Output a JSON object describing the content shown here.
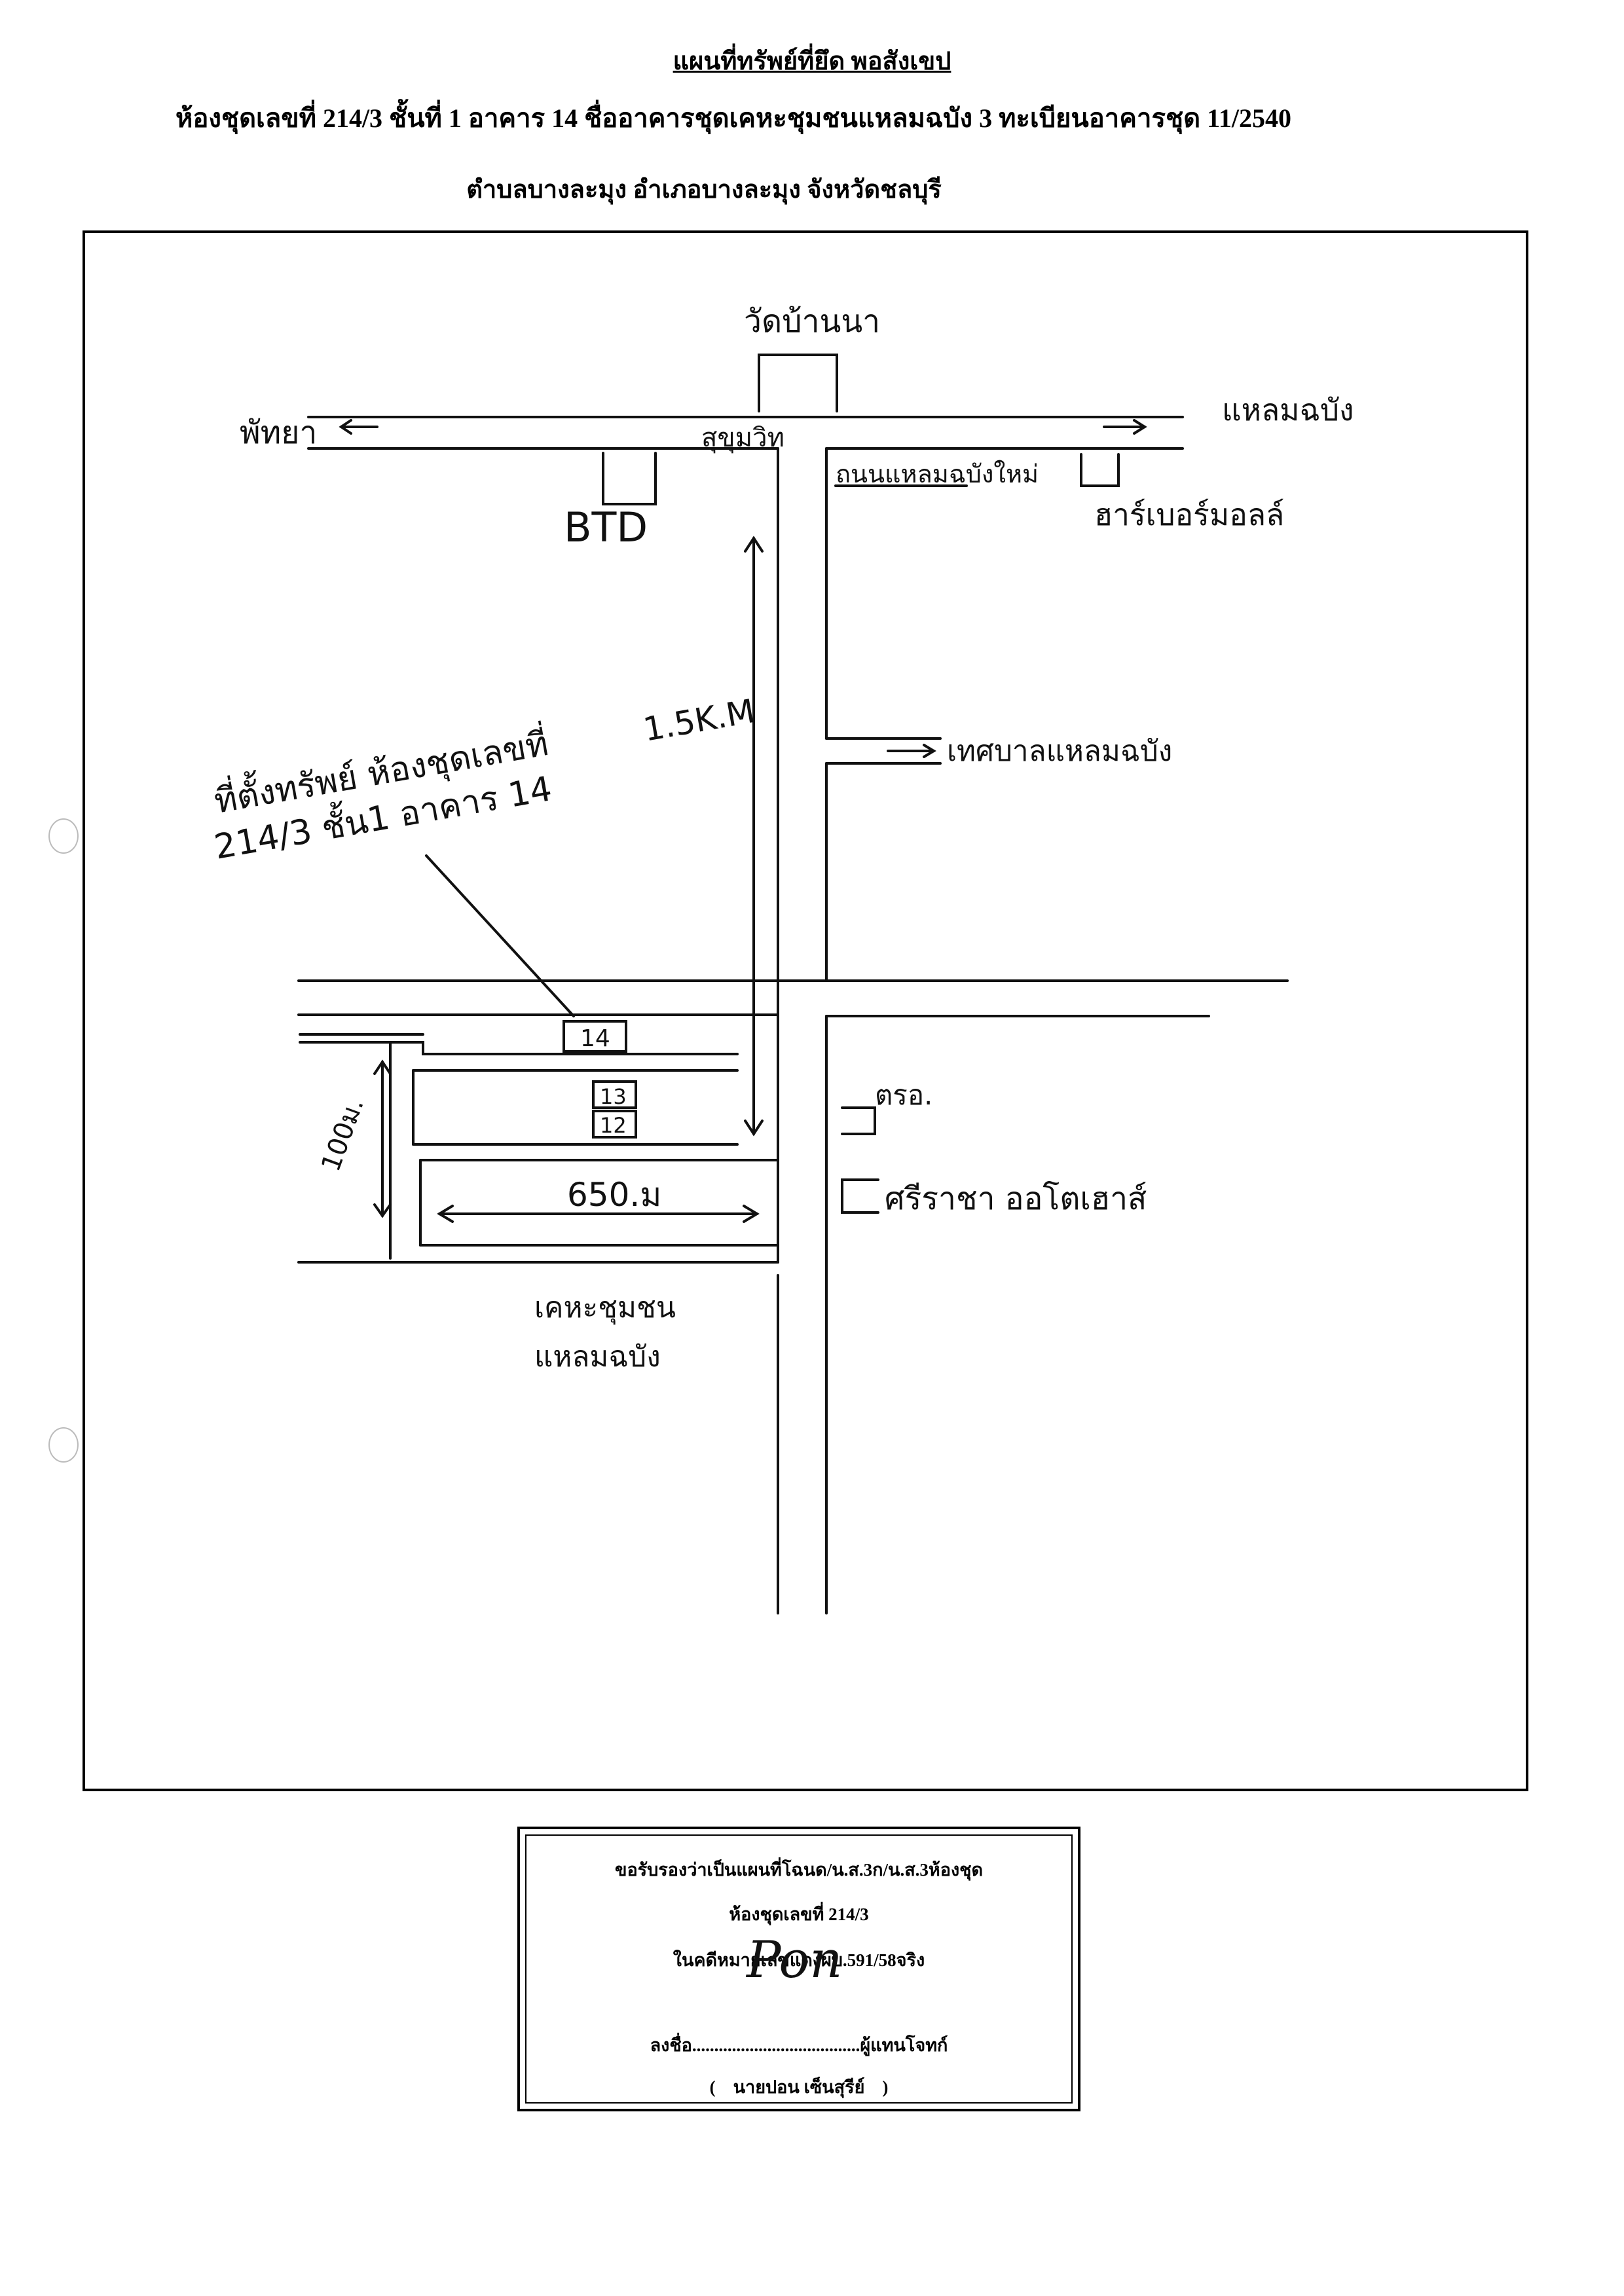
{
  "header": {
    "title": "แผนที่ทรัพย์ที่ยึด พอสังเขป",
    "line1": "ห้องชุดเลขที่ 214/3 ชั้นที่ 1 อาคาร 14 ชื่ออาคารชุดเคหะชุมชนแหลมฉบัง 3 ทะเบียนอาคารชุด 11/2540",
    "line2": "ตำบลบางละมุง อำเภอบางละมุง จังหวัดชลบุรี"
  },
  "map": {
    "temple": "วัดบ้านนา",
    "direction_left": "พัทยา",
    "direction_right": "แหลมฉบัง",
    "main_road": "สุขุมวิท",
    "bypass_road": "ถนนแหลมฉบังใหม่",
    "store": "BTD",
    "mall": "ฮาร์เบอร์มอลล์",
    "municipality": "เทศบาลแหลมฉบัง",
    "distance_road": "1.5K.M",
    "property_note_line1": "ที่ตั้งทรัพย์ ห้องชุดเลขที่",
    "property_note_line2": "214/3 ชั้น1 อาคาร 14",
    "building_14": "14",
    "building_13": "13",
    "building_12": "12",
    "distance_vertical": "100ม.",
    "distance_horizontal": "650.ม",
    "police": "ตรอ.",
    "hospital": "ศรีราชา ออโตเฮาส์",
    "community_line1": "เคหะชุมชน",
    "community_line2": "แหลมฉบัง"
  },
  "certificate": {
    "line1": "ขอรับรองว่าเป็นแผนที่โฉนด/น.ส.3ก/น.ส.3ห้องชุด",
    "line2": "ห้องชุดเลขที่ 214/3",
    "line3": "ในคดีหมายเลขแดงผบ.591/58จริง",
    "sign_label": "ลงชื่อ",
    "sign_dots": "......................................",
    "sign_role": "ผู้แทนโจทก์",
    "signature_text": "Pon",
    "name_open": "(",
    "name": "นายปอน เซ็นสุรีย์",
    "name_close": ")"
  }
}
